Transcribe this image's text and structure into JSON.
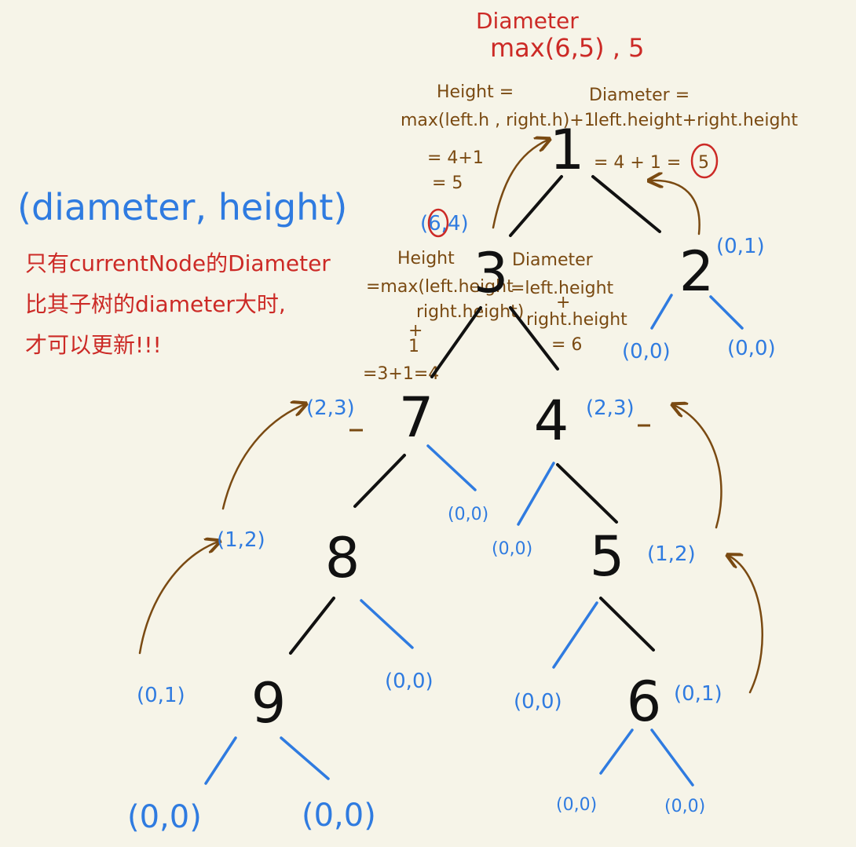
{
  "title_tuple": "(diameter, height)",
  "note_lines": [
    "只有currentNode的Diameter",
    "比其子树的diameter大时,",
    "才可以更新!!!"
  ],
  "root_annotation": {
    "diameter_title": "Diameter",
    "diameter_value": "max(6,5) , 5",
    "height_lines": [
      "Height =",
      "max(left.h , right.h)+1",
      "= 4+1",
      "= 5"
    ],
    "diameter_lines": [
      "Diameter =",
      "left.height+right.height",
      "= 4 + 1 =",
      "5"
    ]
  },
  "node3_annotation": {
    "height_lines": [
      "Height",
      "=max(left.height",
      "right.height)",
      "+",
      "1",
      "=3+1=4"
    ],
    "diameter_lines": [
      "Diameter",
      "=left.height",
      "+",
      "right.height",
      "= 6"
    ]
  },
  "nodes": [
    {
      "id": "n1",
      "label": "1",
      "pair": ""
    },
    {
      "id": "n3",
      "label": "3",
      "pair": "(6,4)"
    },
    {
      "id": "n2",
      "label": "2",
      "pair": "(0,1)"
    },
    {
      "id": "n7",
      "label": "7",
      "pair": "(2,3)"
    },
    {
      "id": "n4",
      "label": "4",
      "pair": "(2,3)"
    },
    {
      "id": "n8",
      "label": "8",
      "pair": "(1,2)"
    },
    {
      "id": "n5",
      "label": "5",
      "pair": "(1,2)"
    },
    {
      "id": "n9",
      "label": "9",
      "pair": "(0,1)"
    },
    {
      "id": "n6",
      "label": "6",
      "pair": "(0,1)"
    }
  ],
  "null_pairs": {
    "n2_left": "(0,0)",
    "n2_right": "(0,0)",
    "n7_right": "(0,0)",
    "n4_left": "(0,0)",
    "n8_right": "(0,0)",
    "n5_left": "(0,0)",
    "n9_left": "(0,0)",
    "n9_right": "(0,0)",
    "n6_left": "(0,0)",
    "n6_right": "(0,0)"
  },
  "colors": {
    "black": "#111111",
    "blue": "#2f7be0",
    "brown": "#7a4a12",
    "red": "#cc2a26",
    "background": "#f6f4e8"
  }
}
